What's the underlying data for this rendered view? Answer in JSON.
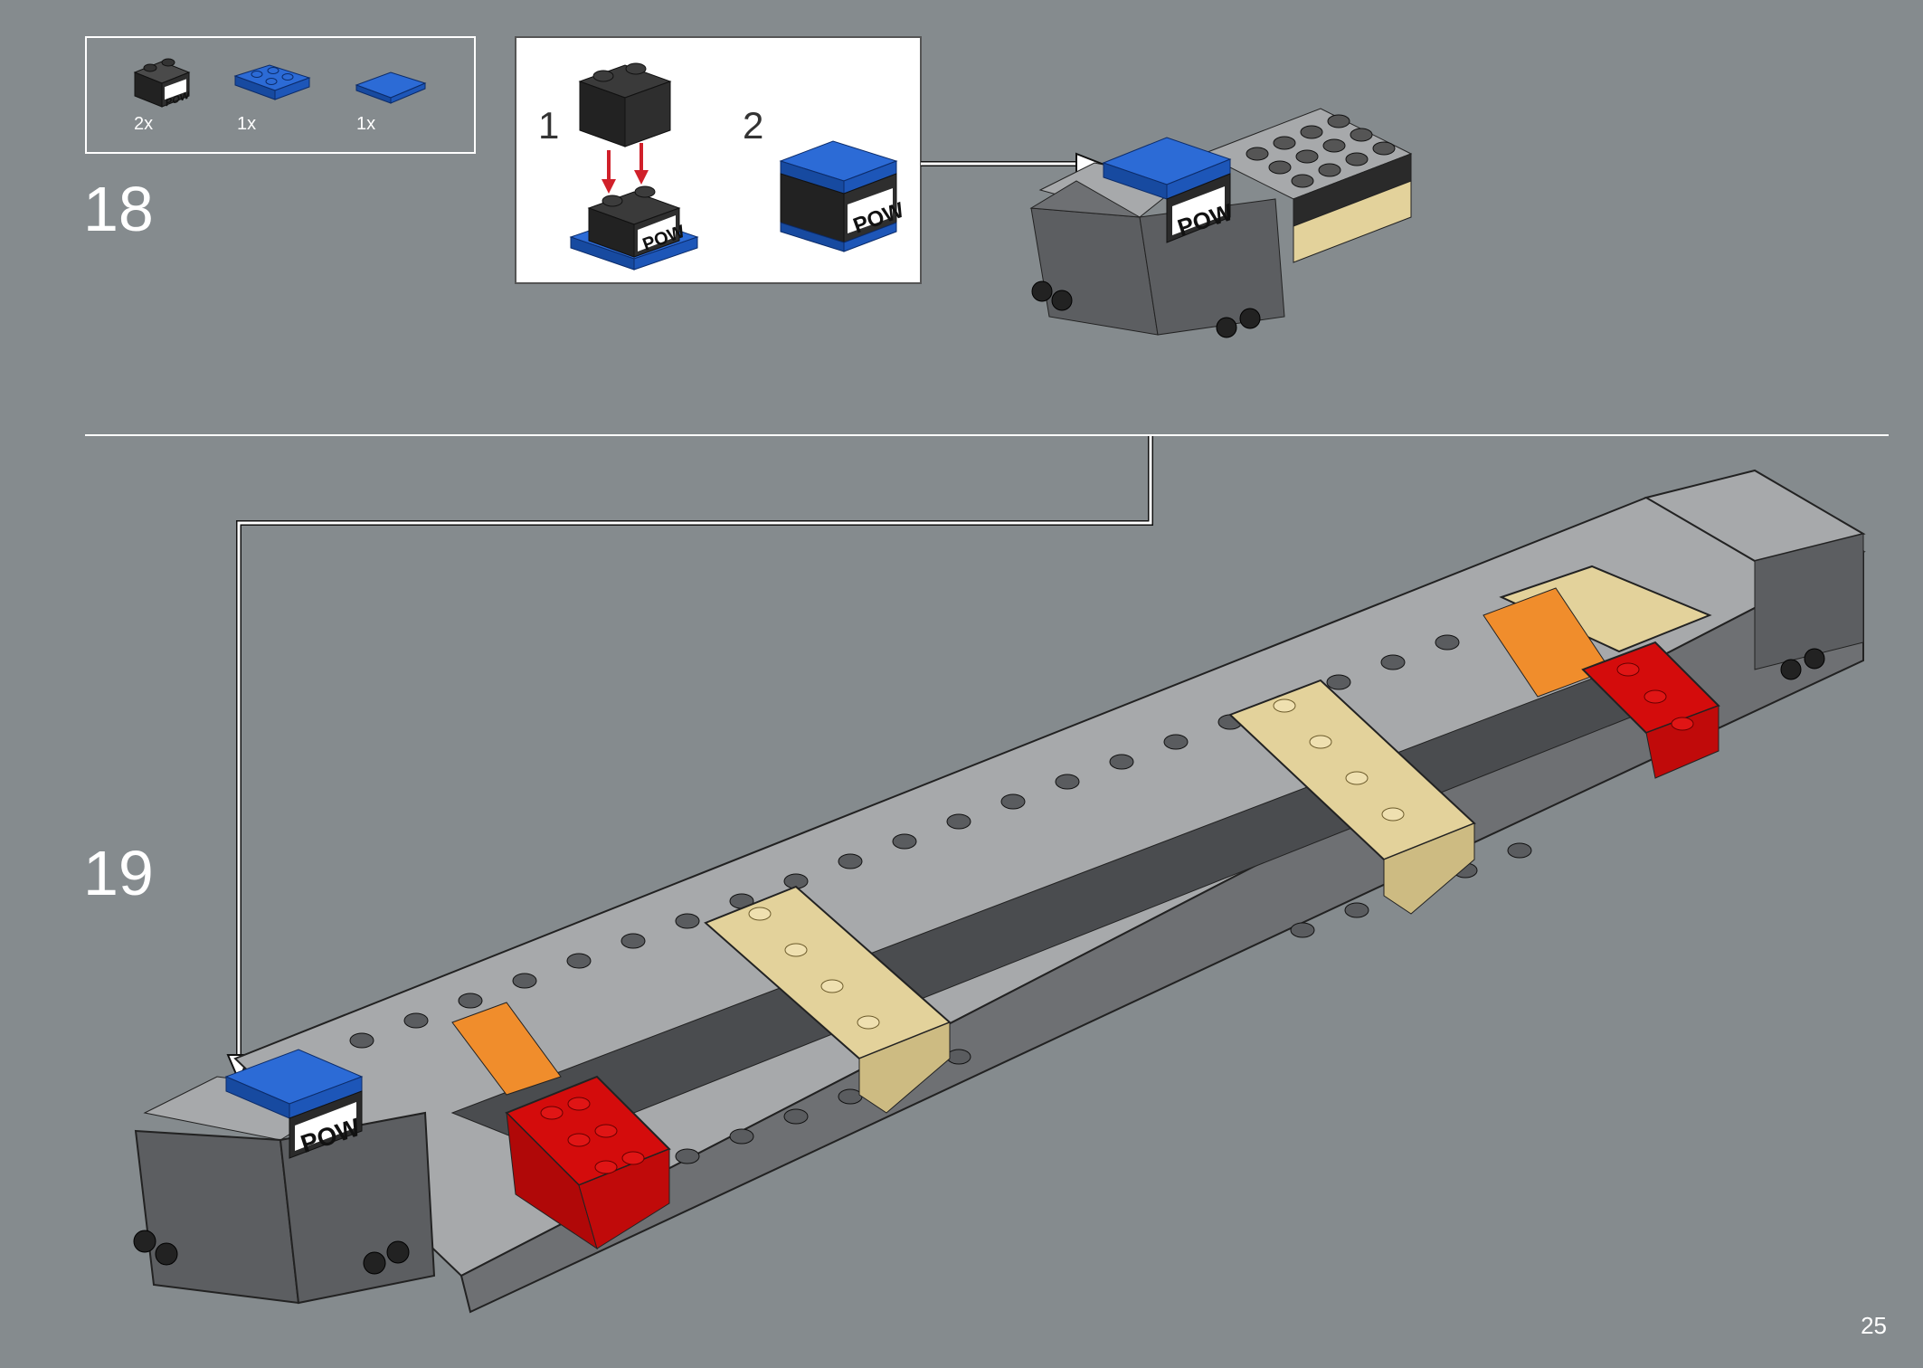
{
  "parts_list": {
    "items": [
      {
        "name": "black-2x2-pow-brick",
        "quantity": "2x"
      },
      {
        "name": "blue-2x2-plate",
        "quantity": "1x"
      },
      {
        "name": "blue-2x2-tile",
        "quantity": "1x"
      }
    ]
  },
  "steps": [
    {
      "number": "18",
      "substeps": [
        "1",
        "2"
      ],
      "print_label": "POW"
    },
    {
      "number": "19",
      "print_label": "POW"
    }
  ],
  "colors": {
    "background": "#858b8e",
    "dark_gray": "#5c5e61",
    "light_gray": "#a7a9ab",
    "black": "#2a2a2a",
    "blue": "#1f5dbf",
    "tan": "#e3d29b",
    "orange": "#f08d2c",
    "red": "#d40c0c",
    "arrow_red": "#d0202a"
  },
  "page_number": "25"
}
